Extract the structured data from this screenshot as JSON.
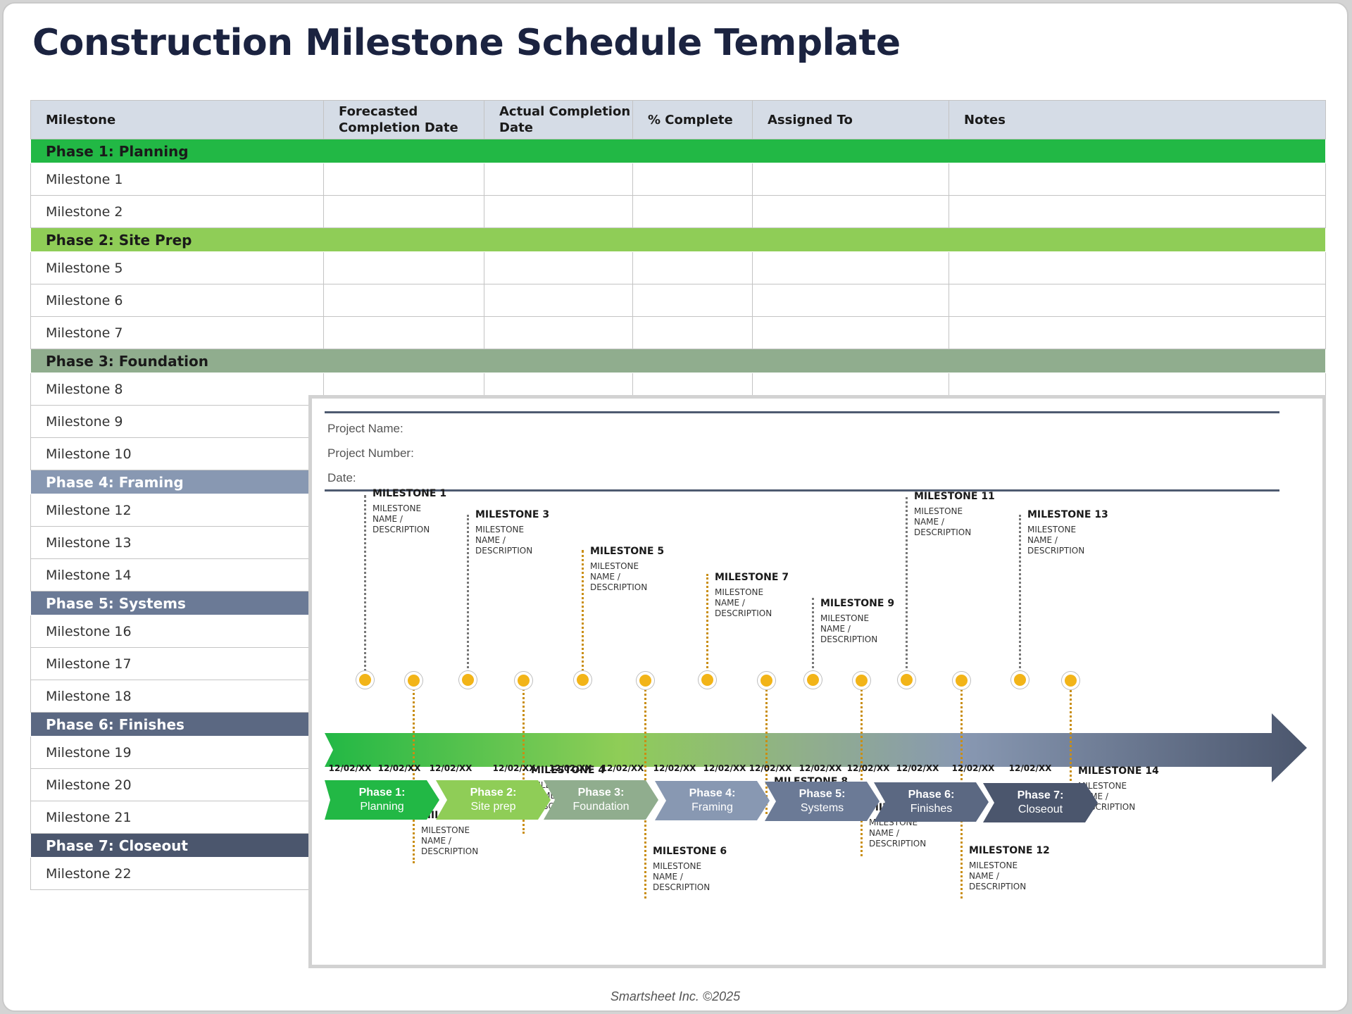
{
  "title": "Construction Milestone Schedule Template",
  "table": {
    "headers": [
      "Milestone",
      "Forecasted Completion Date",
      "Actual Completion Date",
      "% Complete",
      "Assigned To",
      "Notes"
    ],
    "phases": [
      {
        "label": "Phase 1: Planning",
        "color": "#22b845",
        "milestones": [
          "Milestone 1",
          "Milestone 2"
        ]
      },
      {
        "label": "Phase 2: Site Prep",
        "color": "#8fcd57",
        "milestones": [
          "Milestone 5",
          "Milestone 6",
          "Milestone 7"
        ]
      },
      {
        "label": "Phase 3: Foundation",
        "color": "#90ad8e",
        "milestones": [
          "Milestone 8",
          "Milestone 9",
          "Milestone 10"
        ]
      },
      {
        "label": "Phase 4: Framing",
        "color": "#8898b2",
        "milestones": [
          "Milestone 12",
          "Milestone 13",
          "Milestone 14"
        ]
      },
      {
        "label": "Phase 5: Systems",
        "color": "#6b7a96",
        "milestones": [
          "Milestone 16",
          "Milestone 17",
          "Milestone 18"
        ]
      },
      {
        "label": "Phase 6: Finishes",
        "color": "#5b6882",
        "milestones": [
          "Milestone 19",
          "Milestone 20",
          "Milestone 21"
        ]
      },
      {
        "label": "Phase 7: Closeout",
        "color": "#4b566d",
        "milestones": [
          "Milestone 22"
        ]
      }
    ]
  },
  "timeline": {
    "project_name_label": "Project Name:",
    "project_number_label": "Project Number:",
    "date_label": "Date:",
    "milestone_desc": "MILESTONE\nNAME /\nDESCRIPTION",
    "milestones": [
      {
        "title": "MILESTONE 1",
        "date": "12/02/XX",
        "side": "top"
      },
      {
        "title": "MILESTONE 2",
        "date": "12/02/XX",
        "side": "bottom"
      },
      {
        "title": "MILESTONE 3",
        "date": "12/02/XX",
        "side": "top"
      },
      {
        "title": "MILESTONE 4",
        "date": "12/02/XX",
        "side": "bottom"
      },
      {
        "title": "MILESTONE 5",
        "date": "12/02/XX",
        "side": "top"
      },
      {
        "title": "MILESTONE 6",
        "date": "12/02/XX",
        "side": "bottom"
      },
      {
        "title": "MILESTONE 7",
        "date": "12/02/XX",
        "side": "top"
      },
      {
        "title": "MILESTONE 8",
        "date": "12/02/XX",
        "side": "bottom"
      },
      {
        "title": "MILESTONE 9",
        "date": "12/02/XX",
        "side": "top"
      },
      {
        "title": "MILESTONE 10",
        "date": "12/02/XX",
        "side": "bottom"
      },
      {
        "title": "MILESTONE 11",
        "date": "12/02/XX",
        "side": "top"
      },
      {
        "title": "MILESTONE 12",
        "date": "12/02/XX",
        "side": "bottom"
      },
      {
        "title": "MILESTONE 13",
        "date": "12/02/XX",
        "side": "top"
      },
      {
        "title": "MILESTONE 14",
        "date": "12/02/XX",
        "side": "bottom"
      }
    ],
    "phases": [
      {
        "line1": "Phase 1:",
        "line2": "Planning",
        "color": "#22b845"
      },
      {
        "line1": "Phase 2:",
        "line2": "Site prep",
        "color": "#8fcd57"
      },
      {
        "line1": "Phase 3:",
        "line2": "Foundation",
        "color": "#90ad8e"
      },
      {
        "line1": "Phase 4:",
        "line2": "Framing",
        "color": "#8898b2"
      },
      {
        "line1": "Phase 5:",
        "line2": "Systems",
        "color": "#6b7a96"
      },
      {
        "line1": "Phase 6:",
        "line2": "Finishes",
        "color": "#5b6882"
      },
      {
        "line1": "Phase 7:",
        "line2": "Closeout",
        "color": "#4b566d"
      }
    ]
  },
  "footer": "Smartsheet Inc. ©2025"
}
